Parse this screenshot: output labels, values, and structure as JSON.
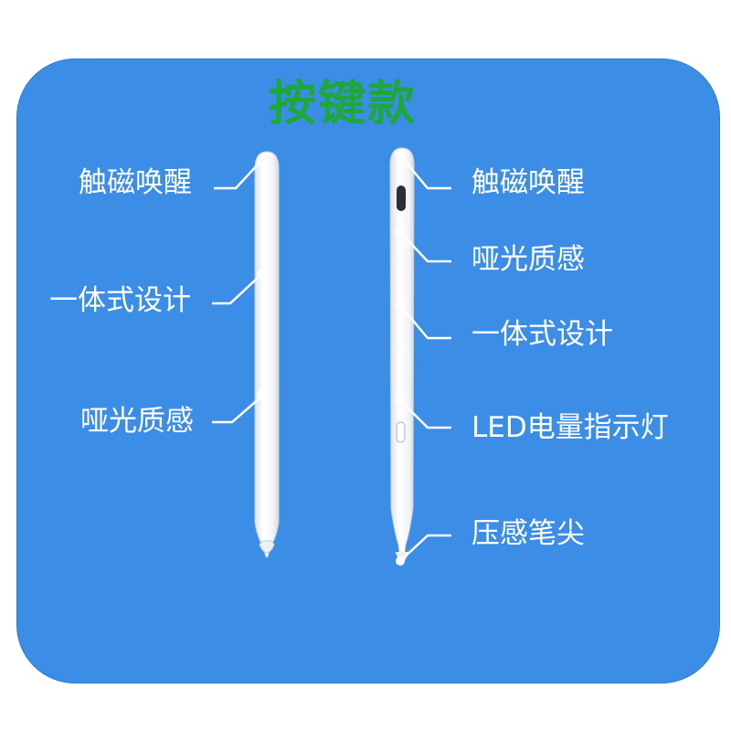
{
  "title": "按键款",
  "colors": {
    "background": "#ffffff",
    "panel": "#3b8de6",
    "title": "#1ea83a",
    "label": "#ffffff",
    "pen": "#f4f6f8"
  },
  "left_pen": {
    "callouts": [
      "触磁唤醒",
      "一体式设计",
      "哑光质感"
    ]
  },
  "right_pen": {
    "callouts": [
      "触磁唤醒",
      "哑光质感",
      "一体式设计",
      "LED电量指示灯",
      "压感笔尖"
    ]
  }
}
